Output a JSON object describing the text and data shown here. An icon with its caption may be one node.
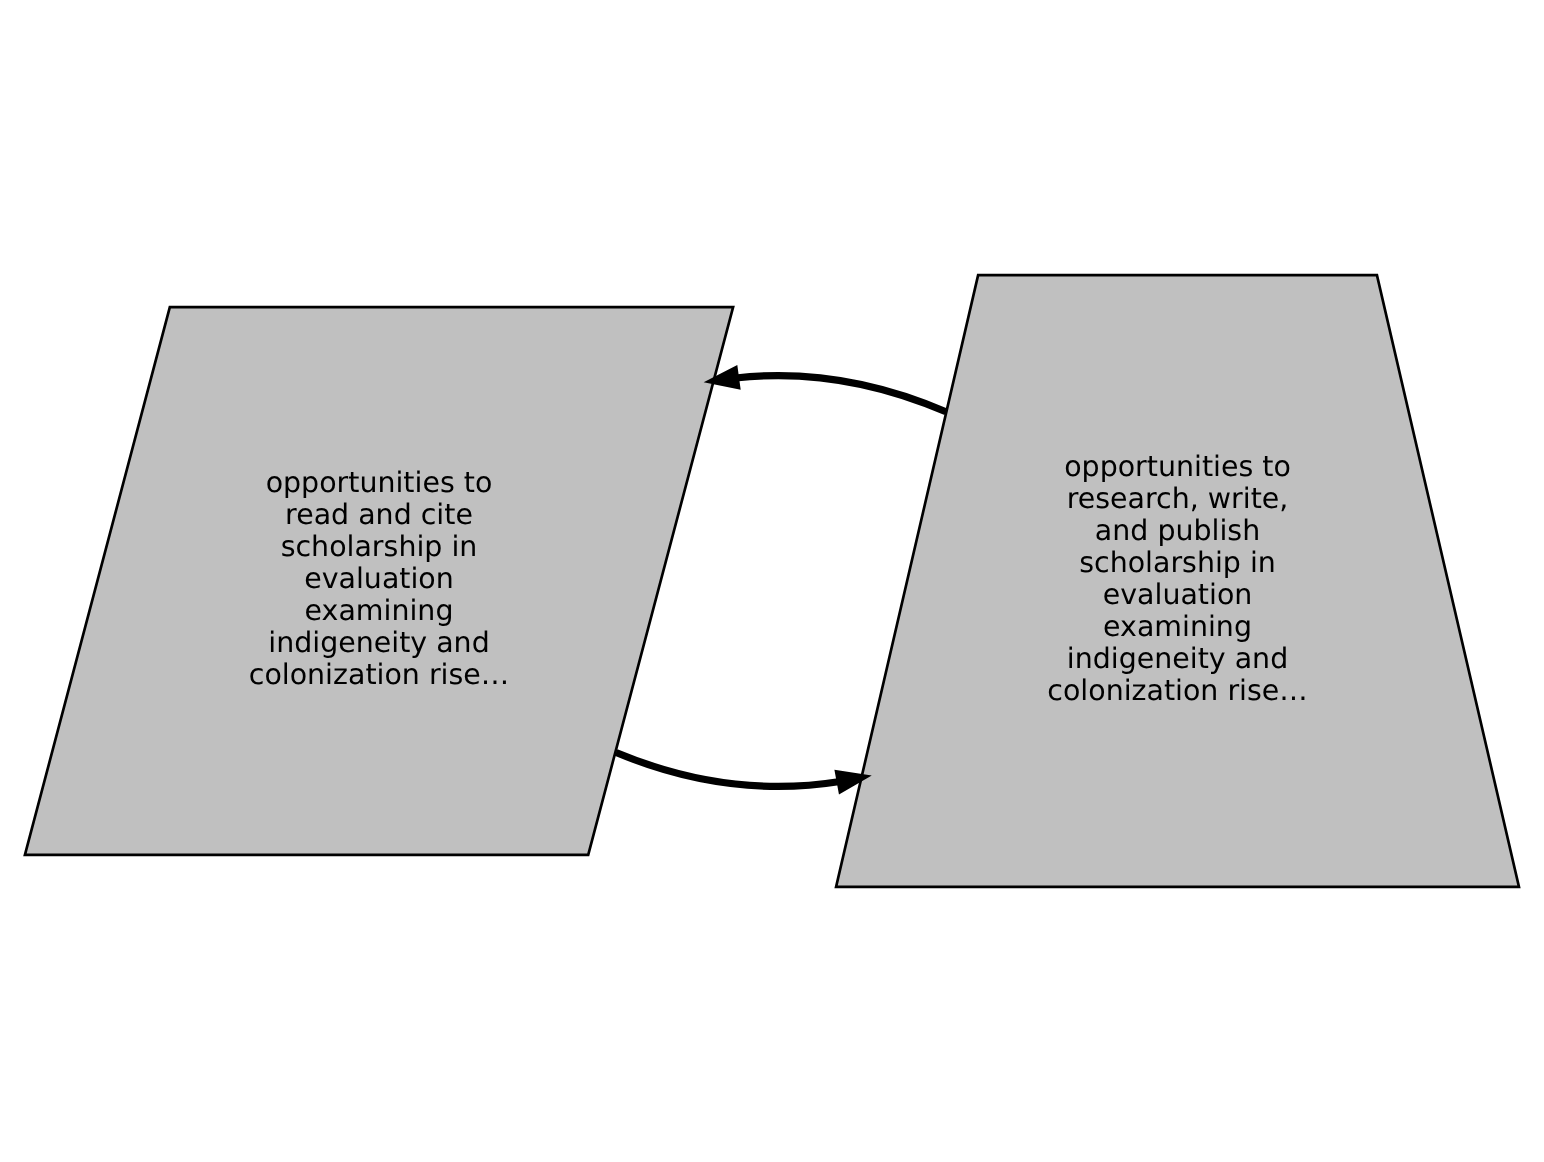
{
  "diagram": {
    "nodes": [
      {
        "text": [
          "opportunities to read and cite scholarship in evaluation examining indigeneity and colonization rise…"
        ]
      },
      {
        "text": [
          "opportunities to research, write, and publish scholarship in evaluation examining indigeneity and colonization rise…"
        ]
      }
    ],
    "edges": [
      {
        "from": 0,
        "to": 1,
        "arrow": "to"
      },
      {
        "from": 1,
        "to": 0,
        "arrow": "to"
      }
    ]
  }
}
